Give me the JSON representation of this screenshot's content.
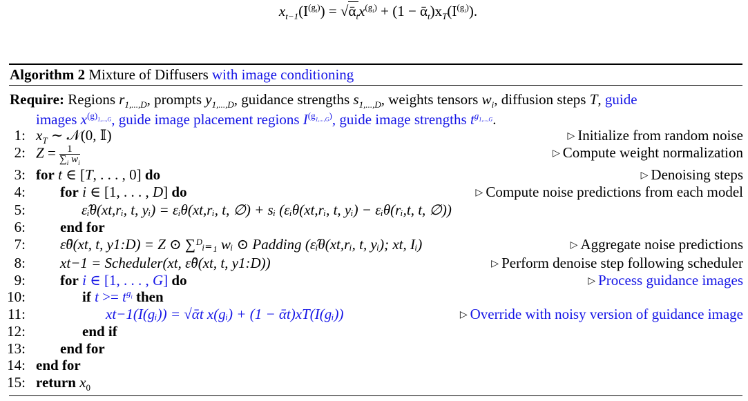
{
  "top_equation": {
    "lhs": "x",
    "lhs_sub": "t−1",
    "arg": "(I",
    "arg_sup": "(g",
    "arg_sup_sub": "i",
    "arg_sup_close": ")",
    "eq": ") = ",
    "sqrt_sym": "√",
    "alpha": "ᾱ",
    "alpha_sub": "t",
    "x": "x",
    "x_sup": "(g",
    "x_sup_sub": "i",
    "x_sup_close": ")",
    "rest": " + (1 − ᾱ",
    "rest_sub": "t",
    "rest2": ")x",
    "rest2_sub": "T",
    "rest3": "(I",
    "rest3_sup": "(g",
    "rest3_sup_sub": "i",
    "rest3_sup_close": ")",
    "tail": ")."
  },
  "algorithm": {
    "label": "Algorithm 2",
    "title": "Mixture of Diffusers",
    "title_blue": "with image conditioning"
  },
  "require": {
    "label": "Require:",
    "regions": "Regions",
    "r": "r",
    "r_sub": "1,...,D",
    "prompts": ", prompts",
    "y": "y",
    "y_sub": "1,...,D",
    "guidance": ", guidance strengths",
    "s": "s",
    "s_sub": "1,...,D",
    "weights": ", weights tensors",
    "w": "w",
    "w_sub": "i",
    "steps": ", diffusion steps",
    "T": "T",
    "comma": ",",
    "guide": "guide",
    "images": "images",
    "xg": "x",
    "xg_sup": "(g)",
    "xg_sup2": "1,...,G",
    "placement": ", guide image placement regions",
    "I": "I",
    "I_sup": "(g",
    "I_sup_sub": "1,...,G",
    "I_sup_close": ")",
    "strengths": ", guide image strengths",
    "t": "t",
    "t_sup": "g",
    "t_sup_sub": "1,...,G",
    "end": "."
  },
  "lines": [
    {
      "num": "1:",
      "comment": "Initialize from random noise"
    },
    {
      "num": "2:",
      "comment": "Compute weight normalization"
    },
    {
      "num": "3:",
      "comment": "Denoising steps"
    },
    {
      "num": "4:",
      "comment": "Compute noise predictions from each model"
    },
    {
      "num": "5:"
    },
    {
      "num": "6:"
    },
    {
      "num": "7:",
      "comment": "Aggregate noise predictions"
    },
    {
      "num": "8:",
      "comment": "Perform denoise step following scheduler"
    },
    {
      "num": "9:",
      "comment": "Process guidance images"
    },
    {
      "num": "10:"
    },
    {
      "num": "11:",
      "comment": "Override with noisy version of guidance image"
    },
    {
      "num": "12:"
    },
    {
      "num": "13:"
    },
    {
      "num": "14:"
    },
    {
      "num": "15:"
    }
  ],
  "code": {
    "l1": {
      "x": "x",
      "sub": "T",
      "rest": " ∼ 𝒩(0, 𝕀)"
    },
    "l2": {
      "z": "Z",
      "eq": " = ",
      "num": "1",
      "den": "∑",
      "den_sub": "i",
      "den_w": " w",
      "den_w_sub": "i"
    },
    "l3": {
      "kw": "for",
      "t": " t",
      "in": " ∈ [",
      "T": "T",
      "rest": ", . . . , 0]",
      "do": " do"
    },
    "l4": {
      "kw": "for",
      "i": " i",
      "in": " ∈ [1, . . . ,",
      "D": " D",
      "close": "]",
      "do": " do"
    },
    "l5": "ε̂ᵢθ(xt,rᵢ, t, yᵢ) = εᵢθ(xt,rᵢ, t, ∅) + sᵢ (εᵢθ(xt,rᵢ, t, yᵢ) − εᵢθ(rᵢ,t, t, ∅))",
    "l6": "end for",
    "l7": "ε̂θ(xt, t, y1:D) = Z ⊙ ∑ᴰᵢ₌₁ wᵢ ⊙ Padding (ε̂ᵢθ(xt,rᵢ, t, yᵢ); xt, Iᵢ)",
    "l8": "xt−1 = Scheduler(xt, ε̂θ(xt, t, y1:D))",
    "l9": {
      "kw": "for",
      "i": " i",
      "in": " ∈ [1, . . . ,",
      "G": " G",
      "close": "]",
      "do": " do"
    },
    "l10": {
      "kw": "if",
      "t": " t",
      "ge": " >=",
      "tg": " t",
      "tg_sup": "g",
      "tg_sup_sub": "i",
      "then": " then"
    },
    "l11": "xt−1(I(gᵢ)) = √ᾱt x(gᵢ) + (1 − ᾱt)xT(I(gᵢ))",
    "l12": "end if",
    "l13": "end for",
    "l14": "end for",
    "l15": {
      "kw": "return",
      "x": " x",
      "sub": "0"
    }
  },
  "comment_marker": "▷"
}
